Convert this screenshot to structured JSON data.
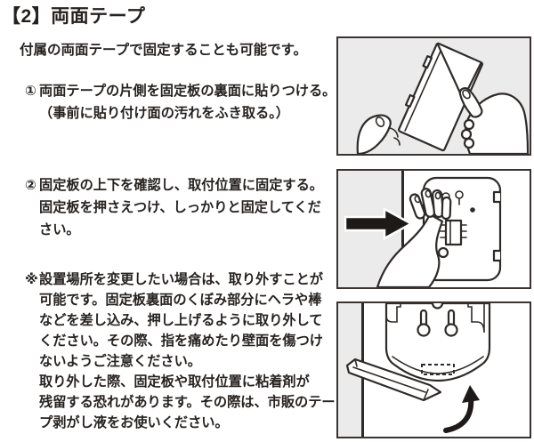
{
  "page": {
    "title": "【2】両面テープ",
    "intro": "付属の両面テープで固定することも可能です。",
    "steps": [
      {
        "marker": "①",
        "text": "両面テープの片側を固定板の裏面に貼りつける。\n（事前に貼り付け面の汚れをふき取る。）"
      },
      {
        "marker": "②",
        "text": "固定板の上下を確認し、取付位置に固定する。\n固定板を押さえつけ、しっかりと固定してくだ\nさい。"
      }
    ],
    "note": {
      "marker": "※",
      "text": "設置場所を変更したい場合は、取り外すことが\n可能です。固定板裏面のくぼみ部分にヘラや棒\nなどを差し込み、押し上げるように取り外して\nください。その際、指を痛めたり壁面を傷つけ\nないようご注意ください。\n取り外した際、固定板や取付位置に粘着剤が\n残留する恐れがあります。その際は、市販のテー\nプ剥がし液をお使いください。"
    }
  },
  "illustrations": [
    {
      "name": "hands-applying-tape-to-plate-back"
    },
    {
      "name": "hand-pressing-plate-on-wall"
    },
    {
      "name": "prying-plate-off-with-spatula"
    }
  ],
  "colors": {
    "text": "#262220",
    "box_border": "#3a3331",
    "light_gray_fill": "#ebebeb",
    "line_art": "#2e2a28",
    "arrow_black": "#1d1a19"
  }
}
